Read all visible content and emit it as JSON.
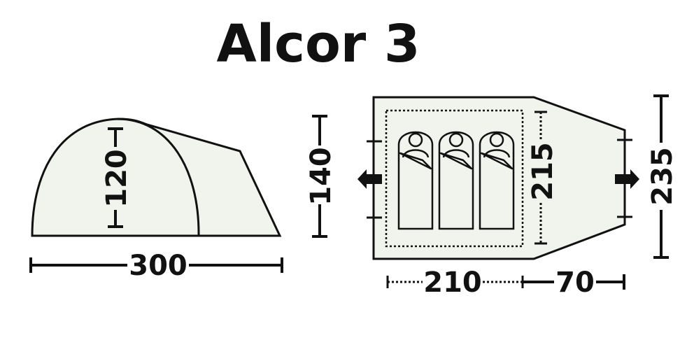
{
  "title": "Alcor 3",
  "colors": {
    "tent_fill": "#f1f3ed",
    "line": "#111111"
  },
  "side_view": {
    "height_label": "120",
    "length_label": "300"
  },
  "floor_plan": {
    "height_label": "140",
    "inner_width_label": "215",
    "outer_width_label": "235",
    "inner_length_label": "210",
    "vestibule_length_label": "70",
    "sleeping_bags": 3
  }
}
